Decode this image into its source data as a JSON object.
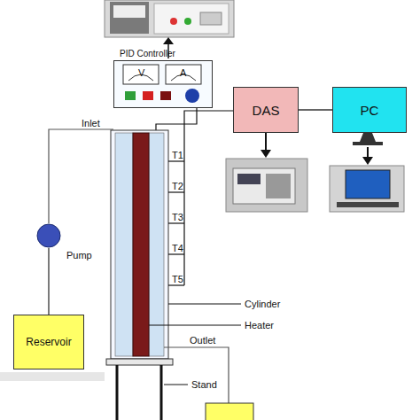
{
  "diagram": {
    "nodes": [
      {
        "text": [
          "PID Controller"
        ]
      },
      {
        "text": [
          "DAS"
        ]
      },
      {
        "text": [
          "PC"
        ]
      },
      {
        "text": [
          "Pump"
        ]
      },
      {
        "text": [
          "Reservoir"
        ]
      }
    ],
    "edges": [
      {
        "from": 1,
        "to": 2,
        "arrow": "none"
      },
      {
        "from": 4,
        "to": 3,
        "arrow": "none"
      }
    ],
    "labels": [
      "V",
      "A",
      "Inlet",
      "T1",
      "T2",
      "T3",
      "T4",
      "T5",
      "Cylinder",
      "Heater",
      "Outlet",
      "Stand"
    ]
  }
}
